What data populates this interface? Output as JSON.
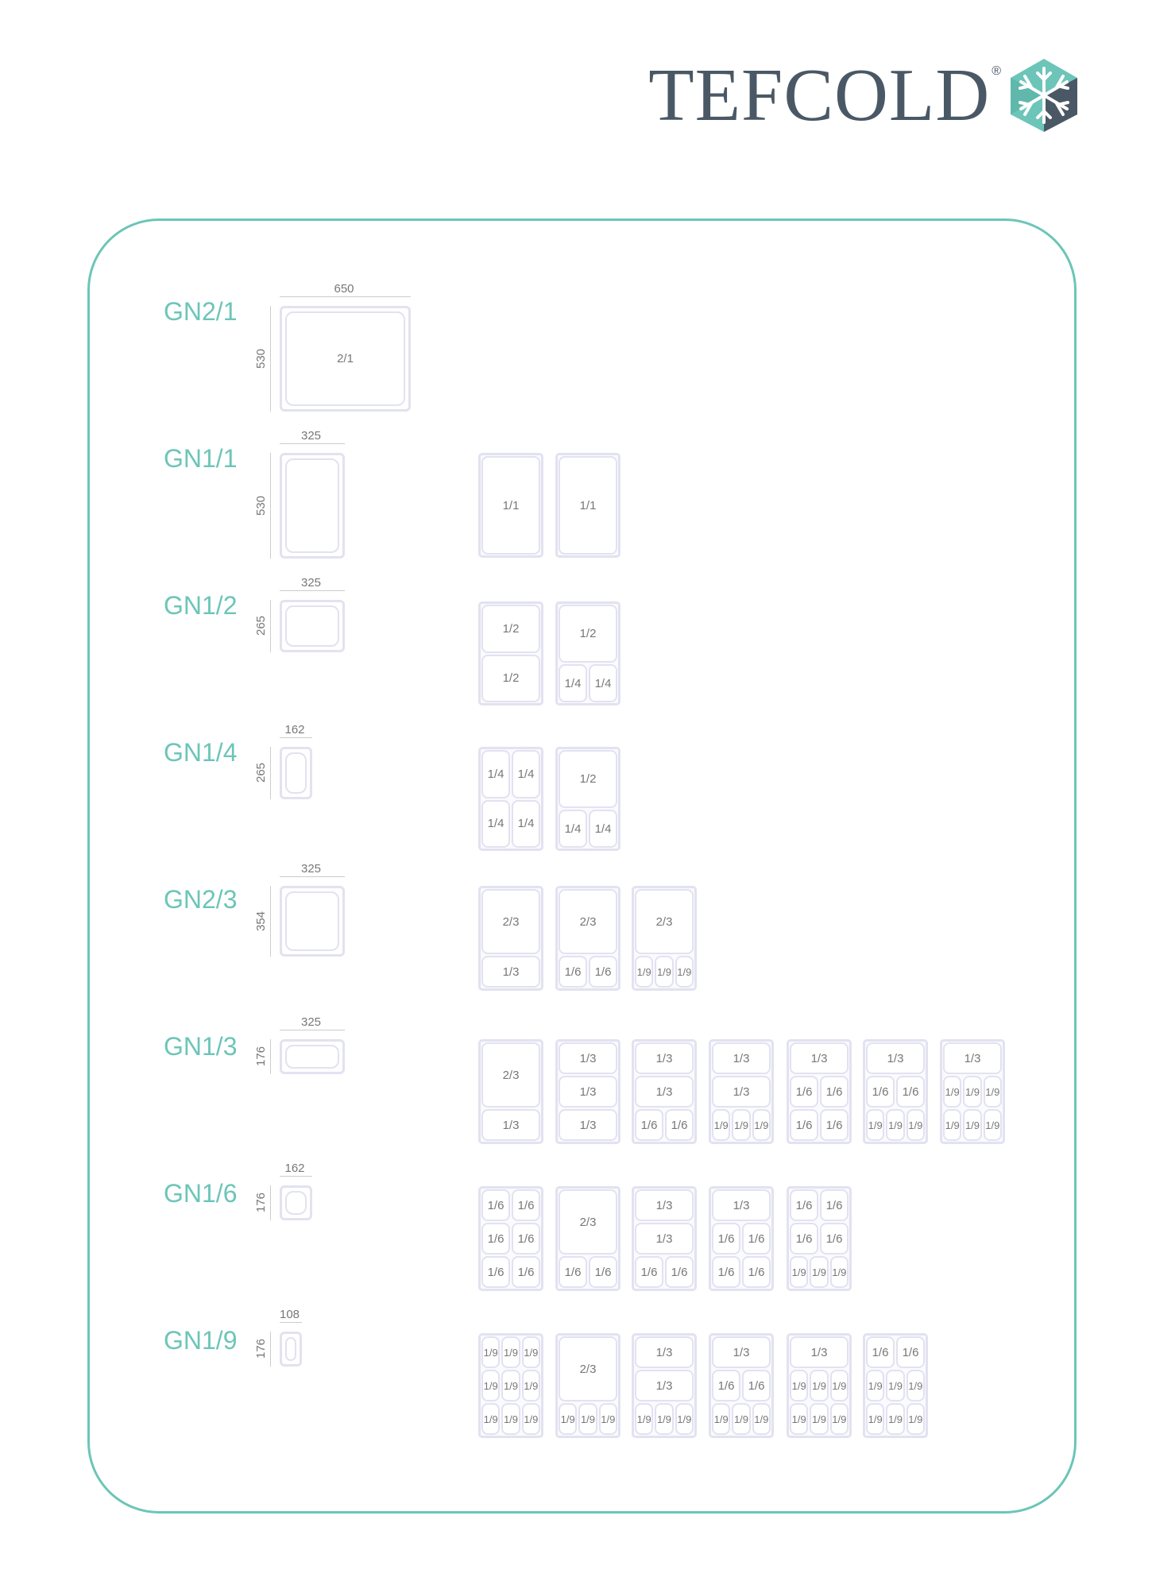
{
  "brand": {
    "name": "TEFCOLD",
    "reg": "®",
    "logo_color": "#6cc5b8",
    "text_color": "#4a5866"
  },
  "colors": {
    "accent": "#6cc5b8",
    "pan": "#e2e2f0",
    "text": "#777777"
  },
  "sizes": [
    {
      "label": "GN2/1",
      "width": "650",
      "height": "530",
      "pan_label": "2/1",
      "combos": []
    },
    {
      "label": "GN1/1",
      "width": "325",
      "height": "530",
      "pan_label": "",
      "combos": [
        [
          [
            "1/1"
          ]
        ],
        [
          [
            "1/1"
          ]
        ]
      ]
    },
    {
      "label": "GN1/2",
      "width": "325",
      "height": "265",
      "pan_label": "",
      "combos": [
        [
          [
            "1/2"
          ],
          [
            "1/2"
          ]
        ],
        [
          [
            "1/2"
          ],
          [
            "1/4",
            "1/4"
          ]
        ]
      ]
    },
    {
      "label": "GN1/4",
      "width": "162",
      "height": "265",
      "pan_label": "",
      "combos": [
        [
          [
            "1/4",
            "1/4"
          ],
          [
            "1/4",
            "1/4"
          ]
        ],
        [
          [
            "1/2"
          ],
          [
            "1/4",
            "1/4"
          ]
        ]
      ]
    },
    {
      "label": "GN2/3",
      "width": "325",
      "height": "354",
      "pan_label": "",
      "combos": [
        [
          [
            "2/3"
          ],
          [
            "1/3"
          ]
        ],
        [
          [
            "2/3"
          ],
          [
            "1/6",
            "1/6"
          ]
        ],
        [
          [
            "2/3"
          ],
          [
            "1/9",
            "1/9",
            "1/9"
          ]
        ]
      ]
    },
    {
      "label": "GN1/3",
      "width": "325",
      "height": "176",
      "pan_label": "",
      "combos": [
        [
          [
            "2/3"
          ],
          [
            "1/3"
          ]
        ],
        [
          [
            "1/3"
          ],
          [
            "1/3"
          ],
          [
            "1/3"
          ]
        ],
        [
          [
            "1/3"
          ],
          [
            "1/3"
          ],
          [
            "1/6",
            "1/6"
          ]
        ],
        [
          [
            "1/3"
          ],
          [
            "1/3"
          ],
          [
            "1/9",
            "1/9",
            "1/9"
          ]
        ],
        [
          [
            "1/3"
          ],
          [
            "1/6",
            "1/6"
          ],
          [
            "1/6",
            "1/6"
          ]
        ],
        [
          [
            "1/3"
          ],
          [
            "1/6",
            "1/6"
          ],
          [
            "1/9",
            "1/9",
            "1/9"
          ]
        ],
        [
          [
            "1/3"
          ],
          [
            "1/9",
            "1/9",
            "1/9"
          ],
          [
            "1/9",
            "1/9",
            "1/9"
          ]
        ]
      ]
    },
    {
      "label": "GN1/6",
      "width": "162",
      "height": "176",
      "pan_label": "",
      "combos": [
        [
          [
            "1/6",
            "1/6"
          ],
          [
            "1/6",
            "1/6"
          ],
          [
            "1/6",
            "1/6"
          ]
        ],
        [
          [
            "2/3"
          ],
          [
            "1/6",
            "1/6"
          ]
        ],
        [
          [
            "1/3"
          ],
          [
            "1/3"
          ],
          [
            "1/6",
            "1/6"
          ]
        ],
        [
          [
            "1/3"
          ],
          [
            "1/6",
            "1/6"
          ],
          [
            "1/6",
            "1/6"
          ]
        ],
        [
          [
            "1/6",
            "1/6"
          ],
          [
            "1/6",
            "1/6"
          ],
          [
            "1/9",
            "1/9",
            "1/9"
          ]
        ]
      ]
    },
    {
      "label": "GN1/9",
      "width": "108",
      "height": "176",
      "pan_label": "",
      "combos": [
        [
          [
            "1/9",
            "1/9",
            "1/9"
          ],
          [
            "1/9",
            "1/9",
            "1/9"
          ],
          [
            "1/9",
            "1/9",
            "1/9"
          ]
        ],
        [
          [
            "2/3"
          ],
          [
            "1/9",
            "1/9",
            "1/9"
          ]
        ],
        [
          [
            "1/3"
          ],
          [
            "1/3"
          ],
          [
            "1/9",
            "1/9",
            "1/9"
          ]
        ],
        [
          [
            "1/3"
          ],
          [
            "1/6",
            "1/6"
          ],
          [
            "1/9",
            "1/9",
            "1/9"
          ]
        ],
        [
          [
            "1/3"
          ],
          [
            "1/9",
            "1/9",
            "1/9"
          ],
          [
            "1/9",
            "1/9",
            "1/9"
          ]
        ],
        [
          [
            "1/6",
            "1/6"
          ],
          [
            "1/9",
            "1/9",
            "1/9"
          ],
          [
            "1/9",
            "1/9",
            "1/9"
          ]
        ]
      ]
    }
  ]
}
